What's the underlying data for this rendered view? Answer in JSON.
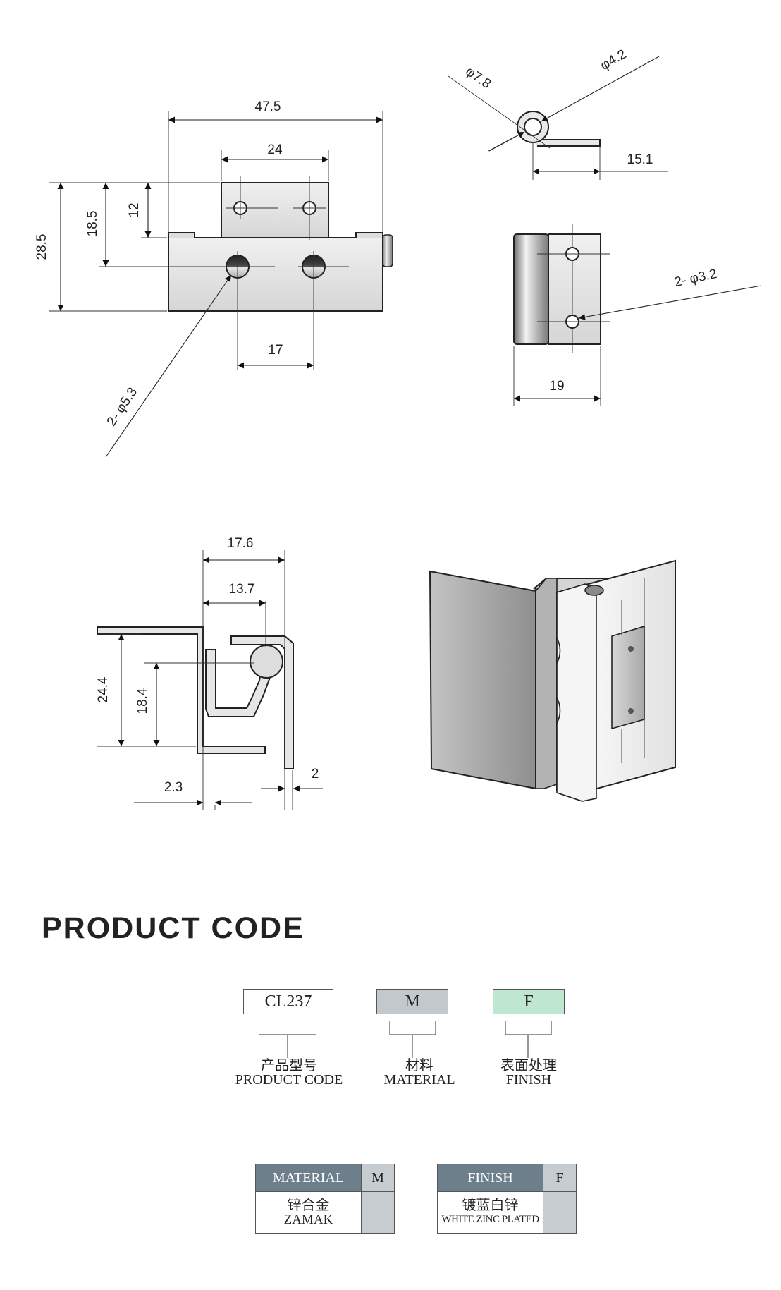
{
  "drawing": {
    "front_view": {
      "width_total": "47.5",
      "width_leaf": "24",
      "height_total": "28.5",
      "height_hole_row": "18.5",
      "height_leaf": "12",
      "hole_pitch": "17",
      "hole_note": "2- φ5.3"
    },
    "top_view": {
      "outer_diameter": "φ7.8",
      "pin_diameter": "φ4.2",
      "leaf_length": "15.1"
    },
    "side_view": {
      "hole_note": "2- φ3.2",
      "width": "19"
    },
    "section_view": {
      "width_outer": "17.6",
      "width_inner": "13.7",
      "height_outer": "24.4",
      "height_inner": "18.4",
      "thickness_left": "2.3",
      "thickness_right": "2"
    }
  },
  "product_code": {
    "title": "PRODUCT CODE",
    "boxes": [
      {
        "code": "CL237",
        "cn": "产品型号",
        "en": "PRODUCT CODE",
        "color": "#ffffff"
      },
      {
        "code": "M",
        "cn": "材料",
        "en": "MATERIAL",
        "color": "#c3c8cd"
      },
      {
        "code": "F",
        "cn": "表面处理",
        "en": "FINISH",
        "color": "#bfe6cf"
      }
    ]
  },
  "material_table": {
    "header": "MATERIAL",
    "code_header": "M",
    "rows": [
      {
        "cn": "锌合金",
        "en": "ZAMAK",
        "code": ""
      }
    ]
  },
  "finish_table": {
    "header": "FINISH",
    "code_header": "F",
    "rows": [
      {
        "cn": "镀蓝白锌",
        "en": "WHITE ZINC PLATED",
        "code": ""
      }
    ]
  },
  "colors": {
    "metal_light": "#e4e4e4",
    "metal_mid": "#b8b8b8",
    "metal_dark": "#7d7d7d",
    "table_header": "#6e7f8c",
    "table_code": "#c7ccd1",
    "finish_code": "#bfe6cf"
  }
}
